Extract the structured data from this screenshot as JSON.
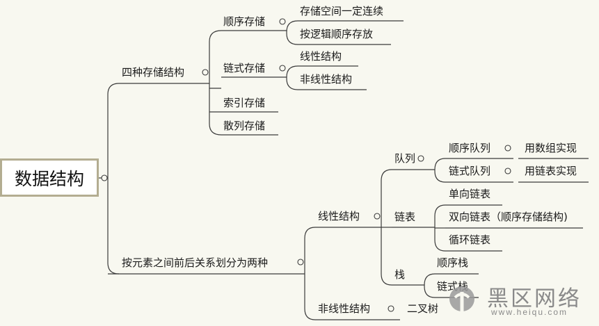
{
  "root": "数据结构",
  "branch1": {
    "label": "四种存储结构",
    "items": [
      {
        "label": "顺序存储",
        "children": [
          "存储空间一定连续",
          "按逻辑顺序存放"
        ]
      },
      {
        "label": "链式存储",
        "children": [
          "线性结构",
          "非线性结构"
        ]
      },
      {
        "label": "索引存储"
      },
      {
        "label": "散列存储"
      }
    ]
  },
  "branch2": {
    "label": "按元素之间前后关系划分为两种",
    "linear": {
      "label": "线性结构",
      "queue": {
        "label": "队列",
        "items": [
          {
            "label": "顺序队列",
            "impl": "用数组实现"
          },
          {
            "label": "链式队列",
            "impl": "用链表实现"
          }
        ]
      },
      "list": {
        "label": "链表",
        "items": [
          "单向链表",
          "双向链表（顺序存储结构)",
          "循环链表"
        ]
      },
      "stack": {
        "label": "栈",
        "items": [
          "顺序栈",
          "链式栈"
        ]
      }
    },
    "nonlinear": {
      "label": "非线性结构",
      "child": "二叉树"
    }
  },
  "watermark": {
    "text": "黑区网络",
    "url": "www.heiqu.com"
  },
  "colors": {
    "line": "#3a3a3a",
    "root_border": "#b3ad91",
    "background": "#f8f8f0"
  }
}
